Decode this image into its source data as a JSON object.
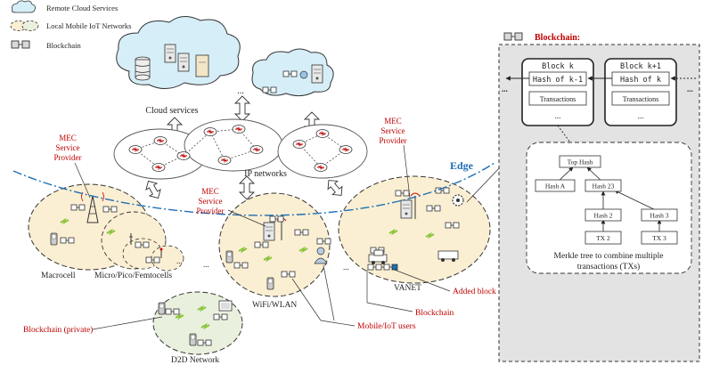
{
  "legend": {
    "remote_cloud": "Remote Cloud Services",
    "local_networks": "Local Mobile IoT Networks",
    "blockchain": "Blockchain"
  },
  "labels": {
    "cloud_services": "Cloud services",
    "ip_networks": "IP networks",
    "edge": "Edge",
    "mec_provider_lines": [
      "MEC",
      "Service",
      "Provider"
    ],
    "macrocell": "Macrocell",
    "micro_pico_femto": "Micro/Pico/Femtocells",
    "wifi_wlan": "WiFi/WLAN",
    "vanet": "VANET",
    "d2d_network": "D2D Network",
    "blockchain_private": "Blockchain (private)",
    "mobile_iot_users": "Mobile/IoT users",
    "blockchain": "Blockchain",
    "added_block": "Added block",
    "ellipsis": "..."
  },
  "blockchain_panel": {
    "title": "Blockchain:",
    "blocks": [
      {
        "name": "Block k",
        "hash": "Hash of k-1",
        "tx": "Transactions",
        "dots": "..."
      },
      {
        "name": "Block k+1",
        "hash": "Hash of k",
        "tx": "Transactions",
        "dots": "..."
      }
    ],
    "merkle": {
      "top": "Top Hash",
      "hash_a": "Hash A",
      "hash_23": "Hash 23",
      "hash_2": "Hash 2",
      "hash_3": "Hash 3",
      "tx2": "TX 2",
      "tx3": "TX 3",
      "caption_lines": [
        "Merkle tree to combine multiple",
        "transactions (TXs)"
      ]
    }
  },
  "colors": {
    "red_text": "#c00000",
    "edge_blue": "#1f6fb5",
    "cloud_fill": "#d6eef7",
    "zone_fill": "#fbefd3",
    "d2d_fill": "#e9f1de",
    "panel_fill": "#e3e3e3",
    "lightning": "#8cc63f"
  }
}
